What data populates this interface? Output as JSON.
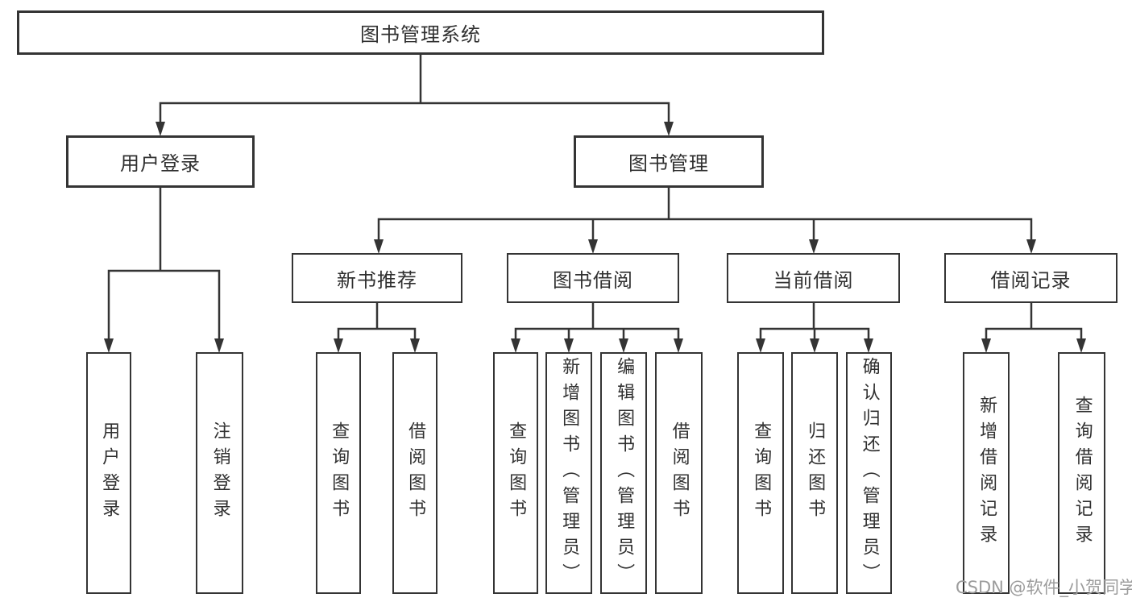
{
  "diagram": {
    "title": "图书管理系统",
    "root": {
      "label": "图书管理系统"
    },
    "branches": [
      {
        "label": "用户登录",
        "children": [
          {
            "label": "用户登录"
          },
          {
            "label": "注销登录"
          }
        ]
      },
      {
        "label": "图书管理",
        "children": [
          {
            "label": "新书推荐",
            "children": [
              {
                "label": "查询图书"
              },
              {
                "label": "借阅图书"
              }
            ]
          },
          {
            "label": "图书借阅",
            "children": [
              {
                "label": "查询图书"
              },
              {
                "label": "新增图书（管理员）"
              },
              {
                "label": "编辑图书（管理员）"
              },
              {
                "label": "借阅图书"
              }
            ]
          },
          {
            "label": "当前借阅",
            "children": [
              {
                "label": "查询图书"
              },
              {
                "label": "归还图书"
              },
              {
                "label": "确认归还（管理员）"
              }
            ]
          },
          {
            "label": "借阅记录",
            "children": [
              {
                "label": "新增借阅记录"
              },
              {
                "label": "查询借阅记录"
              }
            ]
          }
        ]
      }
    ]
  },
  "watermark": {
    "text": "CSDN @软件_小贺同学"
  },
  "colors": {
    "line": "#343434",
    "text": "#303030",
    "background": "#ffffff",
    "watermark": "#9c9c9c"
  }
}
